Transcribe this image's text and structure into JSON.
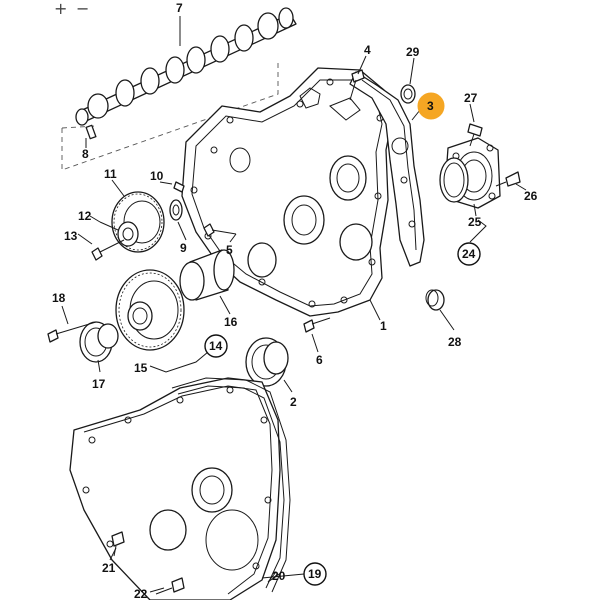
{
  "toolbar": {
    "zoom_in": "+",
    "zoom_out": "−"
  },
  "highlight_color": "#f5a623",
  "callouts": {
    "p1": "1",
    "p2": "2",
    "p3": "3",
    "p4": "4",
    "p5": "5",
    "p6": "6",
    "p7": "7",
    "p8": "8",
    "p9": "9",
    "p10": "10",
    "p11": "11",
    "p12": "12",
    "p13": "13",
    "p14": "14",
    "p15": "15",
    "p16": "16",
    "p17": "17",
    "p18": "18",
    "p19": "19",
    "p20": "20",
    "p21": "21",
    "p22": "22",
    "p24": "24",
    "p25": "25",
    "p26": "26",
    "p27": "27",
    "p28": "28",
    "p29": "29"
  },
  "highlighted_callout": "3"
}
